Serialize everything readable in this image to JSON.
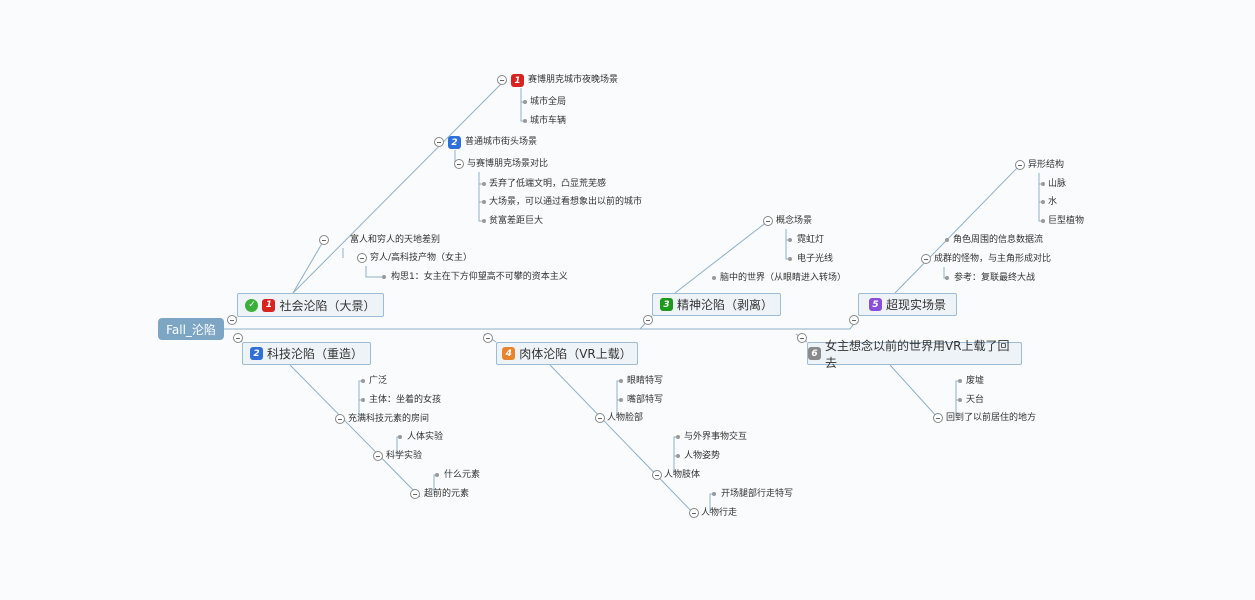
{
  "root": "Fall_沦陷",
  "colors": {
    "p1": "#d8231f",
    "p2": "#2f6fd8",
    "p3": "#1b9a1b",
    "p4": "#e8852a",
    "p5": "#8a4fd8",
    "p6": "#8a8a8a",
    "line": "#8fb0c8"
  },
  "topics": [
    {
      "label": "社会沦陷（大景）",
      "priority": "1",
      "done_icon": "check-icon"
    },
    {
      "label": "科技沦陷（重造）",
      "priority": "2"
    },
    {
      "label": "精神沦陷（剥离）",
      "priority": "3"
    },
    {
      "label": "肉体沦陷（VR上载）",
      "priority": "4"
    },
    {
      "label": "超现实场景",
      "priority": "5"
    },
    {
      "label": "女主想念以前的世界用VR上载了回去",
      "priority": "6"
    }
  ],
  "t1": {
    "a": {
      "priority": "1",
      "label": "赛博朋克城市夜晚场景",
      "children": [
        "城市全局",
        "城市车辆"
      ]
    },
    "b": {
      "priority": "2",
      "label": "普通城市街头场景",
      "sub": "与赛博朋克场景对比",
      "children": [
        "丢弃了低端文明，凸显荒芜感",
        "大场景，可以通过看想象出以前的城市",
        "贫富差距巨大"
      ]
    },
    "c": {
      "label": "富人和穷人的天地差别",
      "sub": "穷人/高科技产物（女主）",
      "child": "构思1：女主在下方仰望高不可攀的资本主义"
    }
  },
  "t2": {
    "a": {
      "label": "充满科技元素的房间",
      "children": [
        "广泛",
        "主体：坐着的女孩"
      ]
    },
    "b": {
      "label": "科学实验",
      "children": [
        "人体实验"
      ]
    },
    "c": {
      "label": "超前的元素",
      "children": [
        "什么元素"
      ]
    }
  },
  "t3": {
    "a": {
      "label": "脑中的世界（从眼睛进入转场）"
    },
    "b": {
      "label": "概念场景",
      "children": [
        "霓虹灯",
        "电子光线"
      ]
    }
  },
  "t4": {
    "a": {
      "label": "人物脸部",
      "children": [
        "眼睛特写",
        "嘴部特写"
      ]
    },
    "b": {
      "label": "人物肢体",
      "children": [
        "与外界事物交互",
        "人物姿势"
      ]
    },
    "c": {
      "label": "人物行走",
      "children": [
        "开场腿部行走特写"
      ]
    }
  },
  "t5": {
    "a": {
      "label": "角色周围的信息数据流"
    },
    "b": {
      "label": "成群的怪物，与主角形成对比",
      "children": [
        "参考：复联最终大战"
      ]
    },
    "c": {
      "label": "异形结构",
      "children": [
        "山脉",
        "水",
        "巨型植物"
      ]
    }
  },
  "t6": {
    "a": {
      "label": "回到了以前居住的地方",
      "children": [
        "废墟",
        "天台"
      ]
    }
  }
}
